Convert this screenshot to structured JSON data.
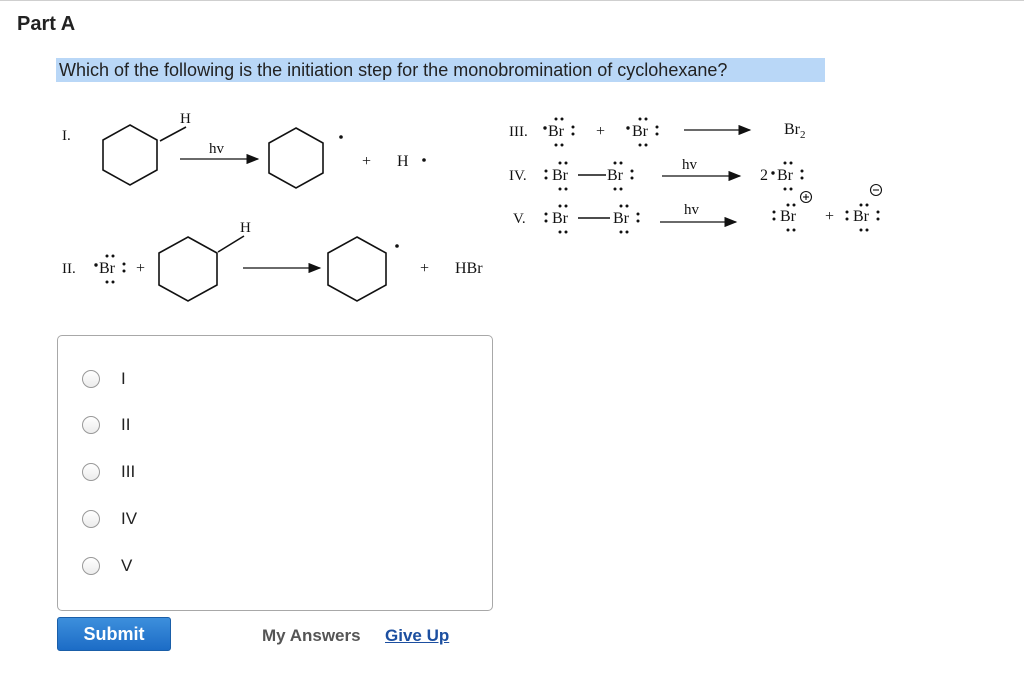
{
  "part": {
    "title": "Part A"
  },
  "question": {
    "text": "Which of the following is the initiation step for the monobromination of cyclohexane?"
  },
  "reactions": {
    "i": {
      "numeral": "I.",
      "h_top": "H",
      "hv": "hv",
      "plus": "+",
      "h_radical": "H"
    },
    "ii": {
      "numeral": "II.",
      "br": "Br",
      "plus1": "+",
      "h_top": "H",
      "plus2": "+",
      "hbr": "HBr"
    },
    "iii": {
      "numeral": "III.",
      "br1": "Br",
      "plus": "+",
      "br2": "Br",
      "br2_product": "Br",
      "br2_subscript": "2"
    },
    "iv": {
      "numeral": "IV.",
      "br1": "Br",
      "br2": "Br",
      "hv": "hv",
      "coef": "2",
      "br_product": "Br"
    },
    "v": {
      "numeral": "V.",
      "br1": "Br",
      "br2": "Br",
      "hv": "hv",
      "br_cation": "Br",
      "plus": "+",
      "br_anion": "Br"
    }
  },
  "options": [
    {
      "label": "I"
    },
    {
      "label": "II"
    },
    {
      "label": "III"
    },
    {
      "label": "IV"
    },
    {
      "label": "V"
    }
  ],
  "footer": {
    "submit": "Submit",
    "my_answers": "My Answers",
    "give_up": "Give Up"
  },
  "colors": {
    "highlight": "#b9d7f7",
    "submit_bg": "#1c6cc6",
    "link": "#1c4fa0"
  }
}
